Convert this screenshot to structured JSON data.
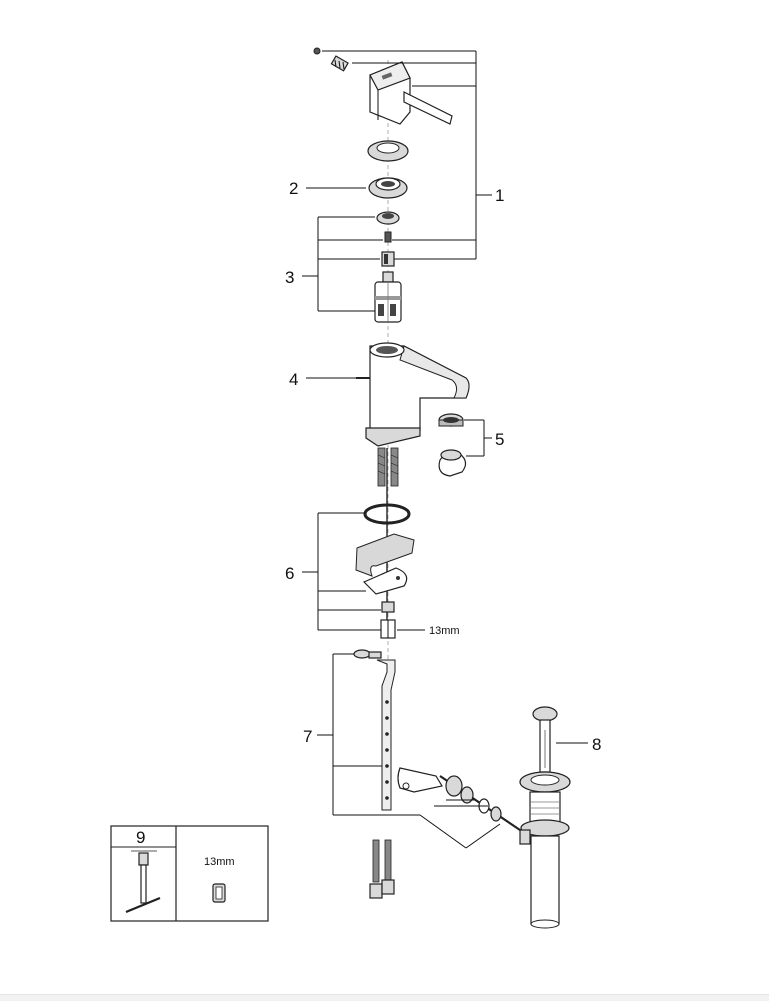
{
  "callouts": {
    "c1": "1",
    "c2": "2",
    "c3": "3",
    "c4": "4",
    "c5": "5",
    "c6": "6",
    "c7": "7",
    "c8": "8"
  },
  "wrench_size": "13mm",
  "tool_box": {
    "number": "9",
    "wrench_size": "13mm"
  }
}
